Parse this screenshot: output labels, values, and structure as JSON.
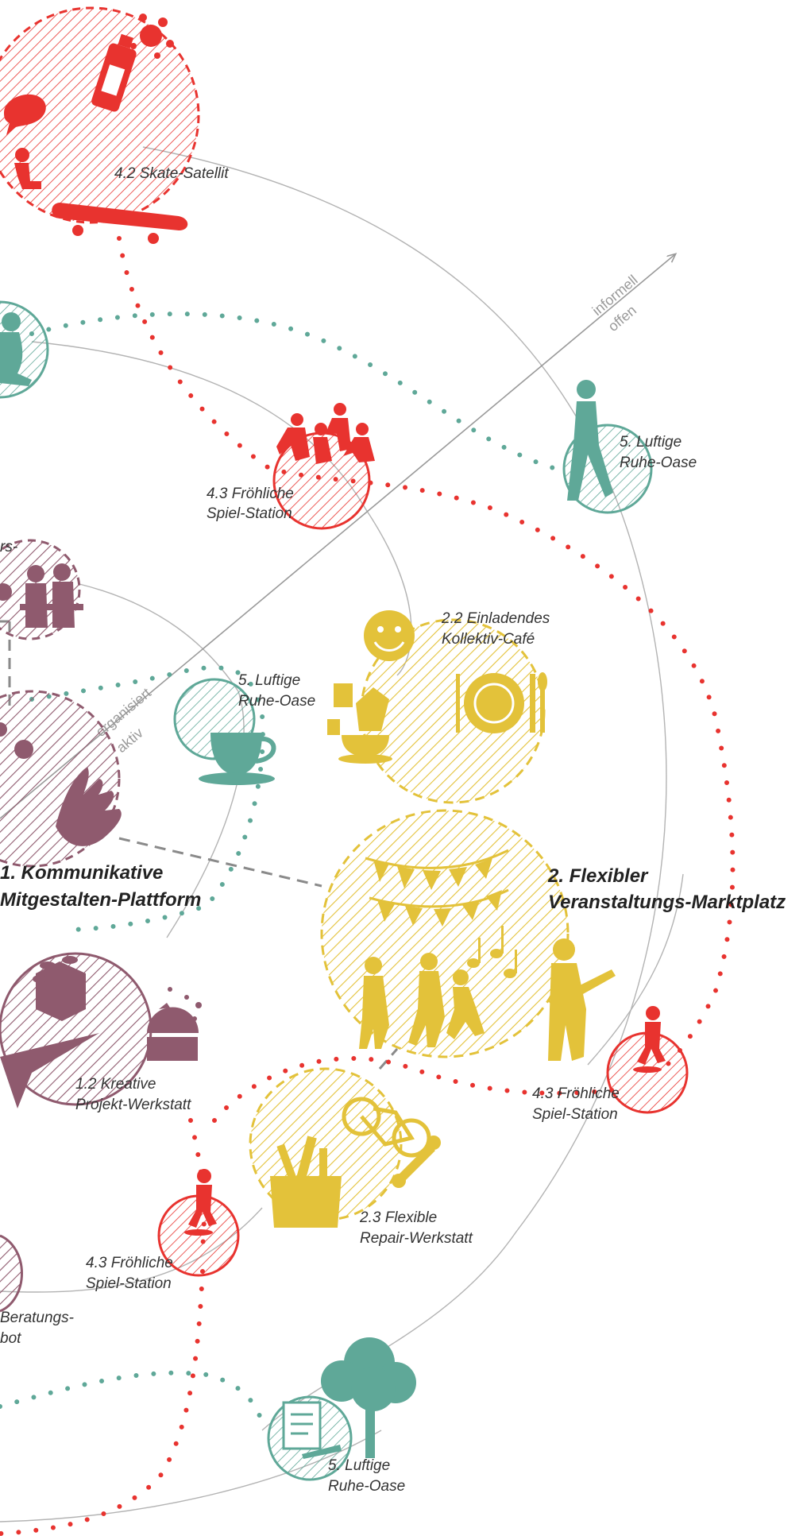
{
  "colors": {
    "red": "#e8332f",
    "teal": "#5fa898",
    "yellow": "#e3c23a",
    "plum": "#8f5a6e",
    "gray": "#9a9a9a"
  },
  "axis": {
    "informell": "informell",
    "offen": "offen",
    "organisiert": "organisiert",
    "aktiv": "aktiv"
  },
  "labels": {
    "skate": "4.2 Skate-Satellit",
    "spiel_top_1": "4.3 Fröhliche",
    "spiel_top_2": "Spiel-Station",
    "ruhe_right_1": "5. Luftige",
    "ruhe_right_2": "Ruhe-Oase",
    "cafe_1": "2.2 Einladendes",
    "cafe_2": "Kollektiv-Café",
    "ruhe_mid_1": "5. Luftige",
    "ruhe_mid_2": "Ruhe-Oase",
    "komm_1": "1. Kommunikative",
    "komm_2": "Mitgestalten-Plattform",
    "markt_1": "2. Flexibler",
    "markt_2": "Veranstaltungs-Marktplatz",
    "werkstatt_1": "1.2 Kreative",
    "werkstatt_2": "Projekt-Werkstatt",
    "spiel_right_1": "4.3 Fröhliche",
    "spiel_right_2": "Spiel-Station",
    "repair_1": "2.3 Flexible",
    "repair_2": "Repair-Werkstatt",
    "spiel_left_1": "4.3 Fröhliche",
    "spiel_left_2": "Spiel-Station",
    "beratung_1": "Beratungs-",
    "beratung_2": "bot",
    "ruhe_bottom_1": "5. Luftige",
    "ruhe_bottom_2": "Ruhe-Oase",
    "treff_frag": "rs-"
  }
}
